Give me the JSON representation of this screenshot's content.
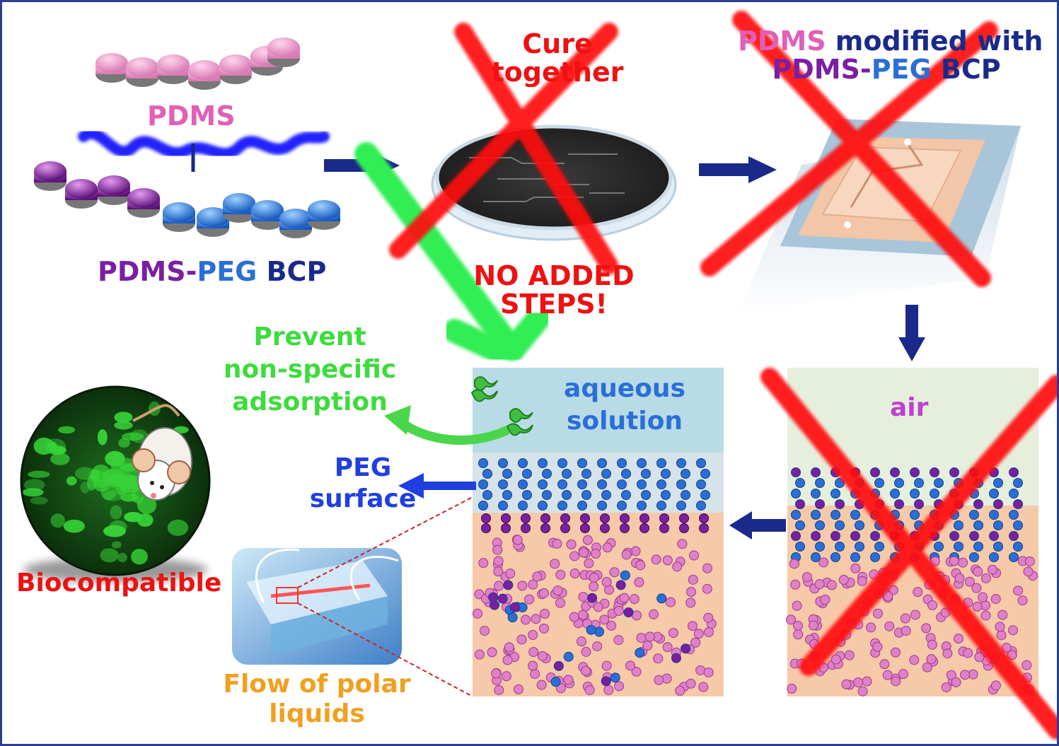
{
  "labels": {
    "pdms": "PDMS",
    "bcp": {
      "pdms": "PDMS-",
      "peg": "PEG",
      "bcp": " BCP"
    },
    "cure": {
      "line1": "Cure",
      "line2": "together"
    },
    "no_added": {
      "line1": "NO ADDED",
      "line2": "STEPS!"
    },
    "modified": {
      "line1_pdms": "PDMS",
      "line1_rest": " modified with",
      "line2_pdms": "PDMS-",
      "line2_peg": "PEG",
      "line2_bcp": " BCP"
    },
    "prevent": {
      "line1": "Prevent",
      "line2": "non-specific",
      "line3": "adsorption"
    },
    "aqueous": {
      "line1": "aqueous",
      "line2": "solution"
    },
    "air": "air",
    "peg_surface": {
      "line1": "PEG",
      "line2": "surface"
    },
    "biocompatible": "Biocompatible",
    "flow": {
      "line1": "Flow of polar",
      "line2": "liquids"
    }
  },
  "colors": {
    "pdms_pink": "#e05fb8",
    "purple": "#7a1fa2",
    "peg_blue": "#2b6fd6",
    "navy": "#1a2a8a",
    "red": "#ee1111",
    "green": "#3ddc3d",
    "orange": "#f0a020",
    "aqueous_bg": "#b9dbe6",
    "bulk_bg": "#f6c9a8",
    "air_bg": "#e6efdc"
  },
  "icons": [
    "pdms-chain-icon",
    "petri-dish-icon",
    "microfluidic-chip-icon",
    "mouse-icon",
    "protein-icon"
  ]
}
